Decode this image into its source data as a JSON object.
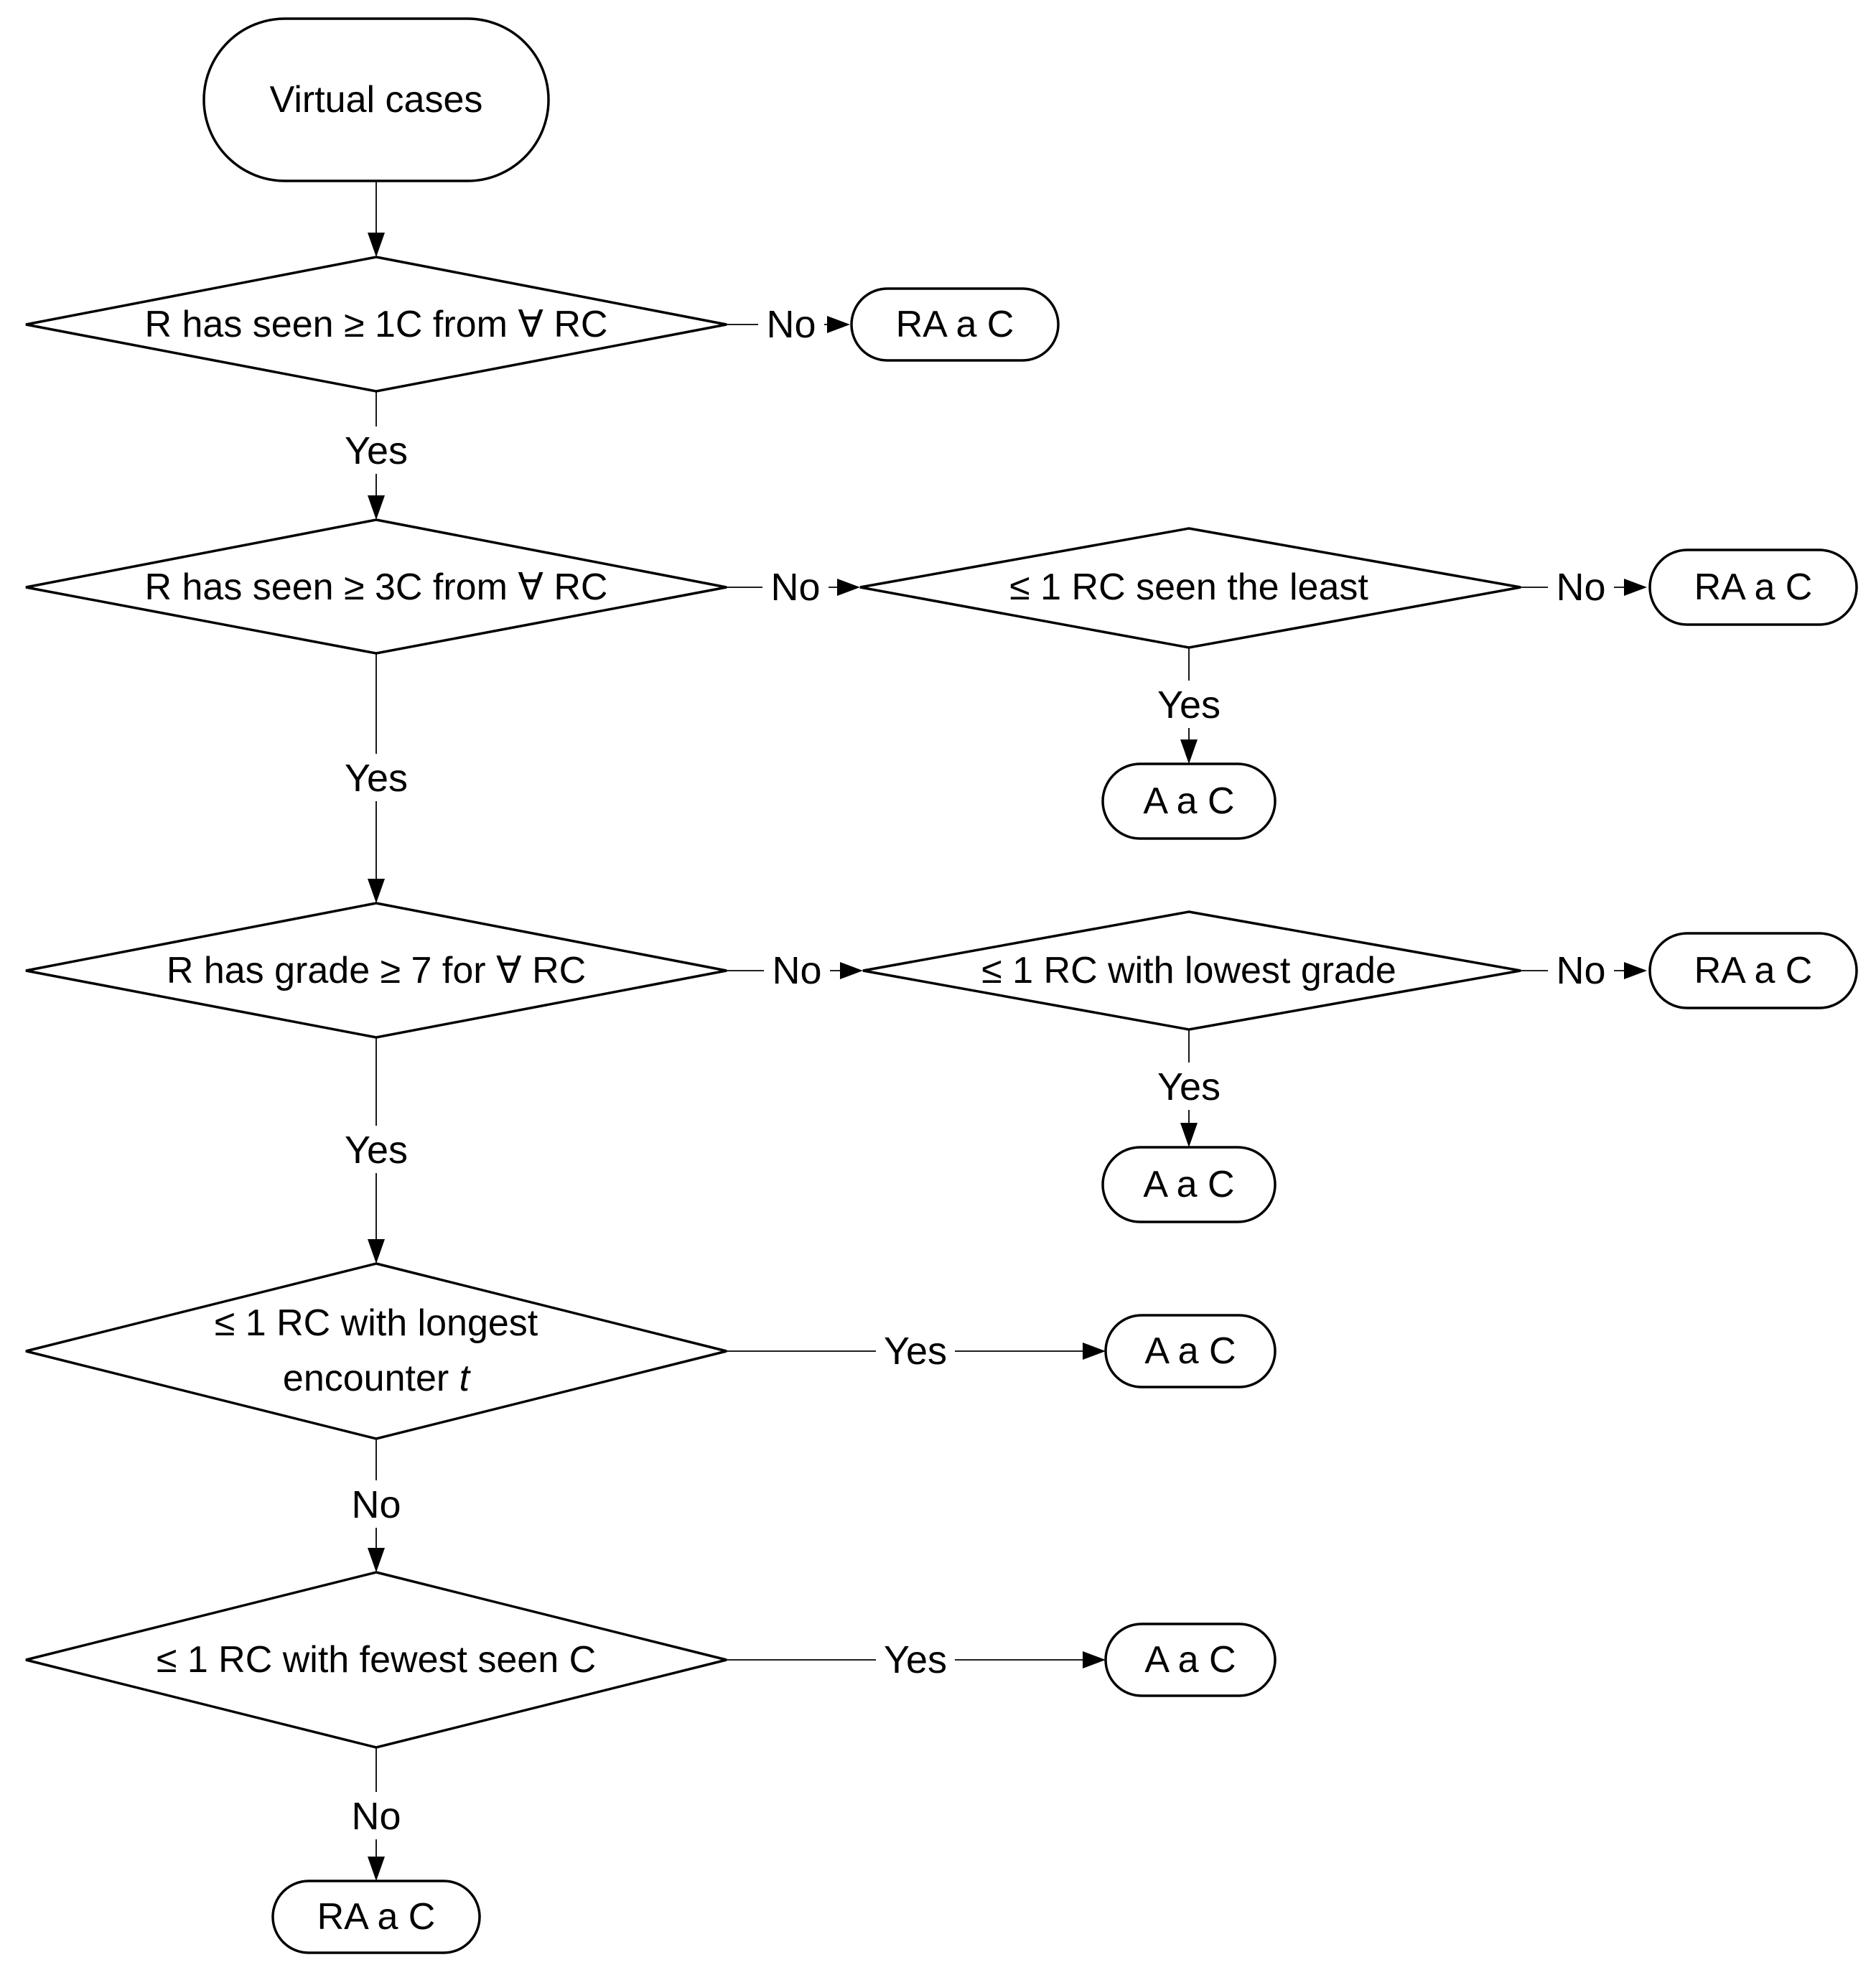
{
  "nodes": {
    "start": {
      "label": "Virtual cases"
    },
    "d1": {
      "label": "R has seen ≥ 1C from ∀ RC"
    },
    "d1_no": {
      "label": "RA a C"
    },
    "d2": {
      "label": "R has seen ≥ 3C from ∀ RC"
    },
    "d2b": {
      "label": "≤ 1 RC seen the least"
    },
    "d2b_no": {
      "label": "RA a C"
    },
    "d2b_yes": {
      "label": "A a C"
    },
    "d3": {
      "label": "R has grade ≥ 7 for ∀ RC"
    },
    "d3b": {
      "label": "≤ 1 RC with lowest grade"
    },
    "d3b_no": {
      "label": "RA a C"
    },
    "d3b_yes": {
      "label": "A a C"
    },
    "d4": {
      "line1": "≤ 1 RC with longest",
      "line2": "encounter ",
      "line2_italic": "t"
    },
    "d4_yes": {
      "label": "A a C"
    },
    "d5": {
      "label": "≤ 1 RC with fewest seen C"
    },
    "d5_yes": {
      "label": "A a C"
    },
    "end": {
      "label": "RA a C"
    }
  },
  "edge_labels": {
    "d1_no": "No",
    "d1_yes": "Yes",
    "d2_no": "No",
    "d2_yes": "Yes",
    "d2b_no": "No",
    "d2b_yes": "Yes",
    "d3_no": "No",
    "d3_yes": "Yes",
    "d3b_no": "No",
    "d3b_yes": "Yes",
    "d4_yes": "Yes",
    "d4_no": "No",
    "d5_yes": "Yes",
    "d5_no": "No"
  }
}
